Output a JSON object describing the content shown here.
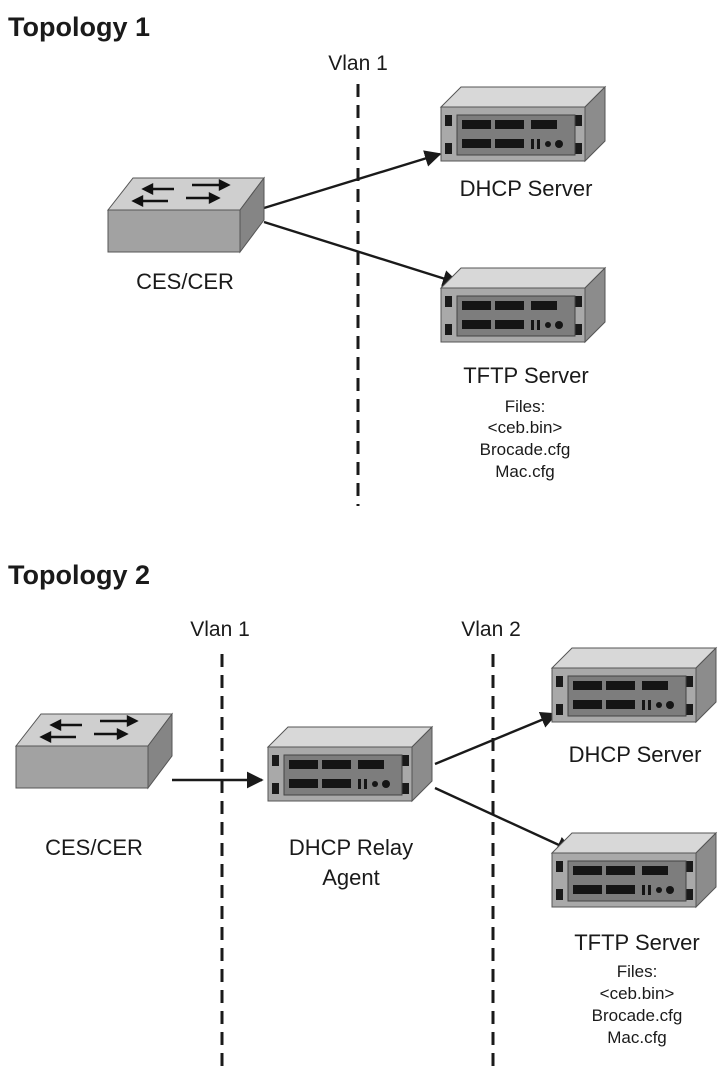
{
  "topology1": {
    "heading": "Topology 1",
    "vlan_label": "Vlan 1",
    "switch": {
      "label": "CES/CER",
      "icon": "switch-icon"
    },
    "dhcp_server": {
      "label": "DHCP Server",
      "icon": "server-icon"
    },
    "tftp_server": {
      "label": "TFTP Server",
      "files": [
        "Files:",
        "<ceb.bin>",
        "Brocade.cfg",
        "Mac.cfg"
      ],
      "icon": "server-icon"
    }
  },
  "topology2": {
    "heading": "Topology 2",
    "vlan1_label": "Vlan 1",
    "vlan2_label": "Vlan 2",
    "switch": {
      "label": "CES/CER",
      "icon": "switch-icon"
    },
    "relay_agent": {
      "label_lines": [
        "DHCP Relay",
        "Agent"
      ],
      "icon": "server-icon"
    },
    "dhcp_server": {
      "label": "DHCP Server",
      "icon": "server-icon"
    },
    "tftp_server": {
      "label": "TFTP Server",
      "files": [
        "Files:",
        "<ceb.bin>",
        "Brocade.cfg",
        "Mac.cfg"
      ],
      "icon": "server-icon"
    }
  },
  "colors": {
    "ink": "#1a1a1a",
    "device_top": "#d6d6d6",
    "device_front": "#a7a7a7",
    "device_side": "#8a8a8a"
  }
}
